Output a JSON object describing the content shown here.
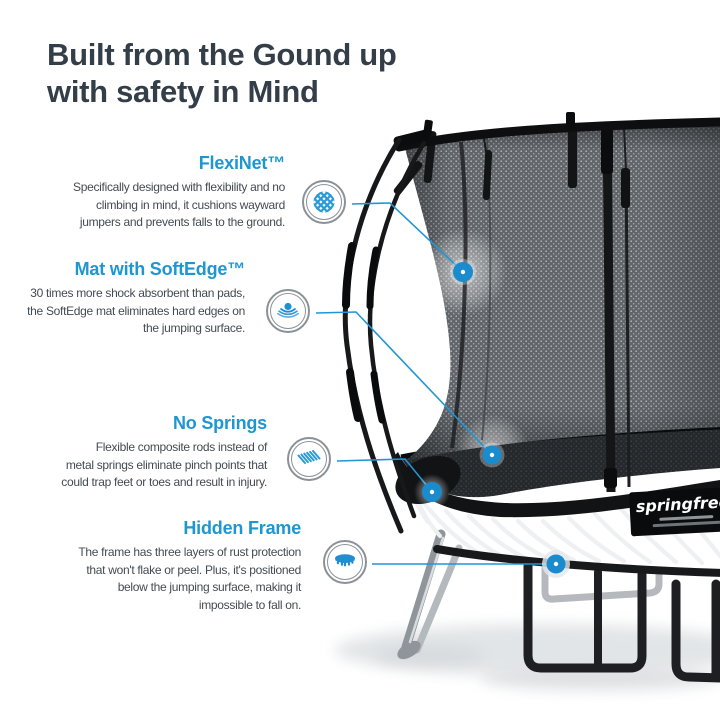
{
  "title": {
    "lines": [
      "Built from the Gound up",
      "with safety in Mind"
    ]
  },
  "features": [
    {
      "name": "FlexiNet",
      "heading": "FlexiNet™",
      "icon": "net-icon",
      "body": [
        "Specifically designed with flexibility and no",
        "climbing in mind, it cushions wayward",
        "jumpers and prevents falls to the ground."
      ]
    },
    {
      "name": "Mat with SoftEdge",
      "heading": "Mat with SoftEdge™",
      "icon": "softedge-mat-icon",
      "body": [
        "30 times more shock absorbent than pads,",
        "the SoftEdge mat eliminates hard edges on",
        "the jumping surface."
      ]
    },
    {
      "name": "No Springs",
      "heading": "No Springs",
      "icon": "composite-rods-icon",
      "body": [
        "Flexible composite rods instead of",
        "metal springs eliminate pinch points that",
        "could trap feet or toes and result in injury."
      ]
    },
    {
      "name": "Hidden Frame",
      "heading": "Hidden Frame",
      "icon": "hidden-frame-icon",
      "body": [
        "The frame has three layers of rust protection",
        "that won't flake or peel. Plus, it's positioned",
        "below the jumping surface, making it",
        "impossible to fall on."
      ]
    }
  ],
  "product": {
    "brand": "springfree"
  },
  "colors": {
    "accent_blue": "#1e96d2",
    "callout_dot_blue": "#1a8ccd",
    "title_text": "#333e48",
    "body_text": "#434b52",
    "icon_ring": "#8a9197"
  }
}
